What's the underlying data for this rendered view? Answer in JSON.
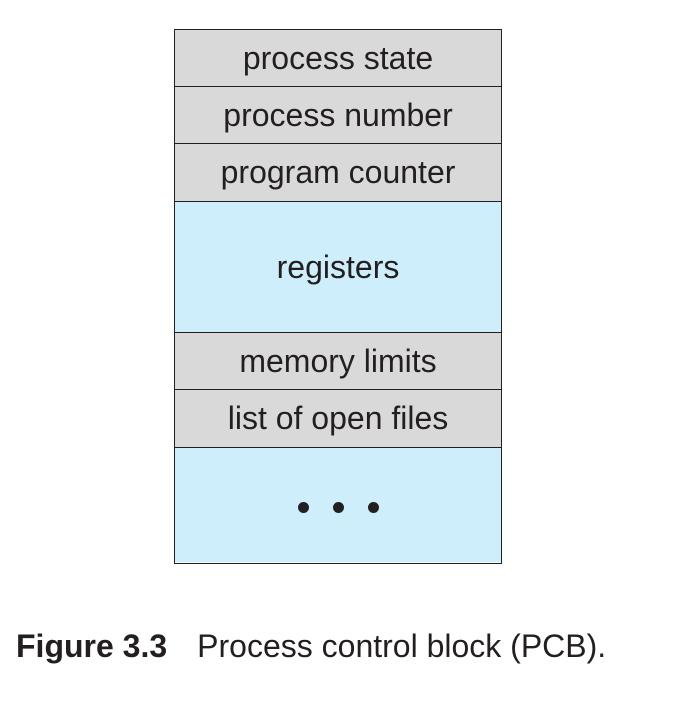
{
  "pcb": {
    "fields": [
      {
        "label": "process state",
        "fill": "gray"
      },
      {
        "label": "process number",
        "fill": "gray"
      },
      {
        "label": "program counter",
        "fill": "gray"
      },
      {
        "label": "registers",
        "fill": "blue"
      },
      {
        "label": "memory limits",
        "fill": "gray"
      },
      {
        "label": "list of open files",
        "fill": "gray"
      }
    ],
    "continuation_icon": "ellipsis-dots",
    "colors": {
      "gray_fill": "#d9d9d9",
      "blue_fill": "#cdeefa",
      "border": "#231f20"
    }
  },
  "caption": {
    "label": "Figure 3.3",
    "text": "Process control block (PCB)."
  }
}
